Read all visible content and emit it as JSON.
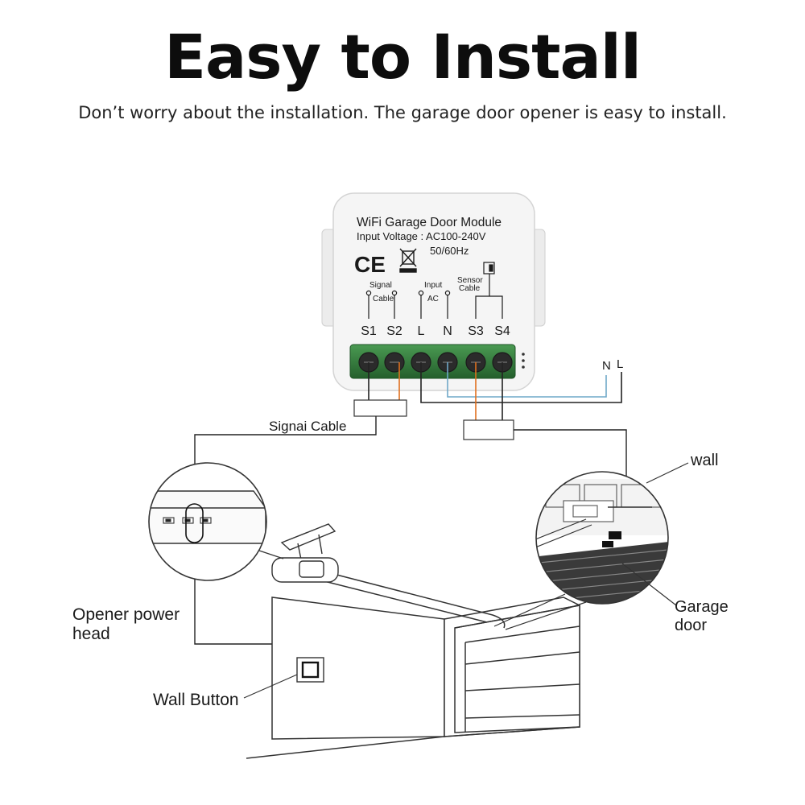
{
  "header": {
    "title": "Easy to Install",
    "subtitle": "Don’t worry about the installation. The garage door opener is easy to install."
  },
  "module": {
    "name": "WiFi Garage Door Module",
    "voltage": "Input Voltage : AC100-240V",
    "frequency": "50/60Hz",
    "ce_mark": "CE",
    "groups": {
      "signal": "Signal",
      "signal_cable": "Cable",
      "input": "Input",
      "input_ac": "AC",
      "sensor": "Sensor",
      "sensor_cable": "Cable"
    },
    "terminals": [
      "S1",
      "S2",
      "L",
      "N",
      "S3",
      "S4"
    ]
  },
  "mains": {
    "n": "N",
    "l": "L"
  },
  "labels": {
    "signal_cable": "Signai Cable",
    "wall": "wall",
    "garage_door_line1": "Garage",
    "garage_door_line2": "door",
    "opener_line1": "Opener power",
    "opener_line2": "head",
    "wall_button": "Wall Button"
  },
  "colors": {
    "terminal_green": "#2f7d3a",
    "wire_orange": "#e0701e",
    "wire_blue": "#6fa8c8",
    "wire_black": "#222222"
  }
}
